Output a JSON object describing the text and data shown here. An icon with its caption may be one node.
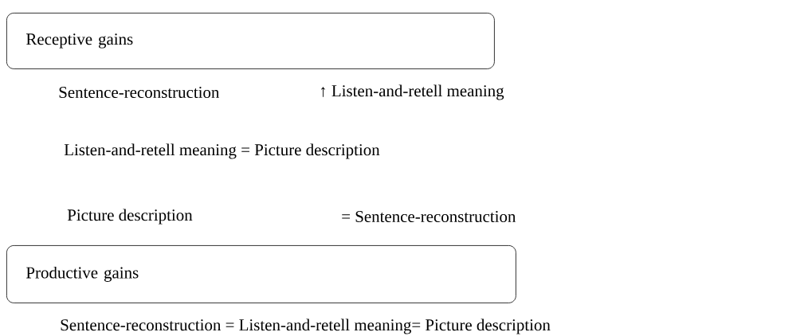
{
  "diagram": {
    "nodes": [
      {
        "text": [
          "Receptive gains"
        ]
      },
      {
        "text": [
          "Productive gains"
        ]
      }
    ],
    "labels": [
      "Sentence-reconstruction",
      "↑ Listen-and-retell meaning",
      "Listen-and-retell meaning = Picture description",
      "Picture description",
      "= Sentence-reconstruction",
      "Sentence-reconstruction = Listen-and-retell meaning= Picture description"
    ]
  }
}
